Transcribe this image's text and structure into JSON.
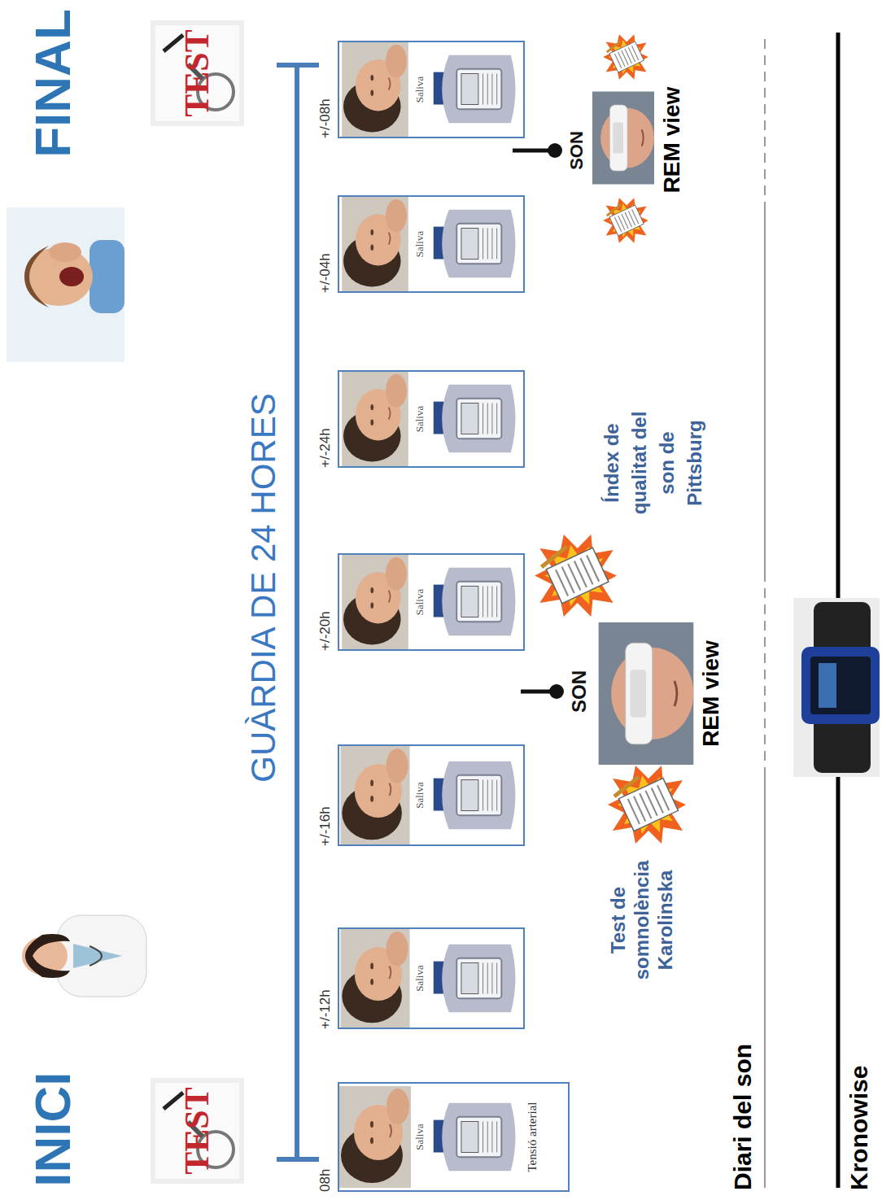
{
  "diagram": {
    "title": "GUÀRDIA DE 24 HORES",
    "nodes": [
      {
        "text": [
          "08h",
          "Saliva",
          "Tensió arterial"
        ]
      },
      {
        "text": [
          "+/-12h",
          "Saliva"
        ]
      },
      {
        "text": [
          "+/-16h",
          "Saliva"
        ]
      },
      {
        "text": [
          "+/-20h",
          "Saliva"
        ]
      },
      {
        "text": [
          "+/-24h",
          "Saliva"
        ]
      },
      {
        "text": [
          "+/-04h",
          "Saliva"
        ]
      },
      {
        "text": [
          "+/-08h",
          "Saliva"
        ]
      }
    ],
    "labels": [
      "INICI",
      "TEST",
      "FINAL",
      "TEST",
      "Test de somnolència Karolinska",
      "SON",
      "REM view",
      "Índex de qualitat del son de Pittsburg",
      "SON",
      "REM view",
      "Diari del son",
      "Kronowise"
    ]
  }
}
